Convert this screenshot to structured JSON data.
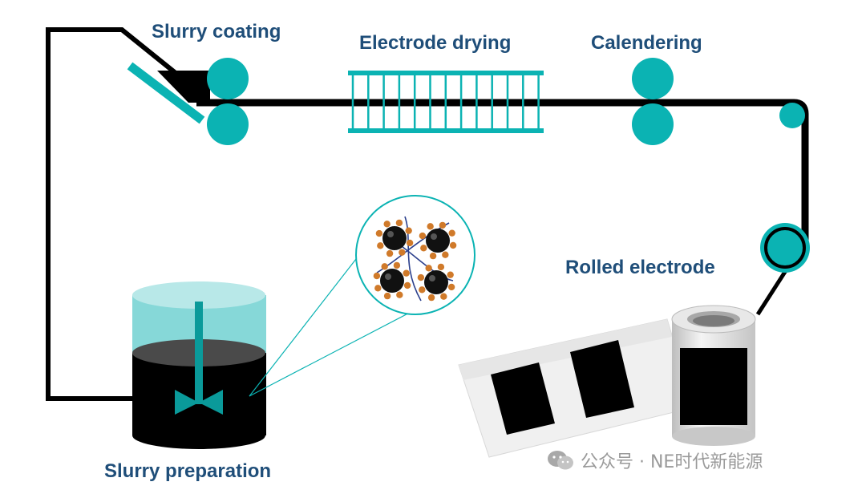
{
  "labels": {
    "slurry_coating": "Slurry coating",
    "electrode_drying": "Electrode drying",
    "calendering": "Calendering",
    "rolled_electrode": "Rolled electrode",
    "slurry_preparation": "Slurry preparation"
  },
  "watermark": {
    "text": "公众号 · NE时代新能源"
  },
  "colors": {
    "teal": "#0bb3b3",
    "label": "#1f4e79",
    "line": "#000000",
    "particle_core": "#111111",
    "particle_shell": "#d07a2a",
    "binder": "#2b3f8c"
  },
  "icons": {
    "watermark": "wechat-icon"
  }
}
